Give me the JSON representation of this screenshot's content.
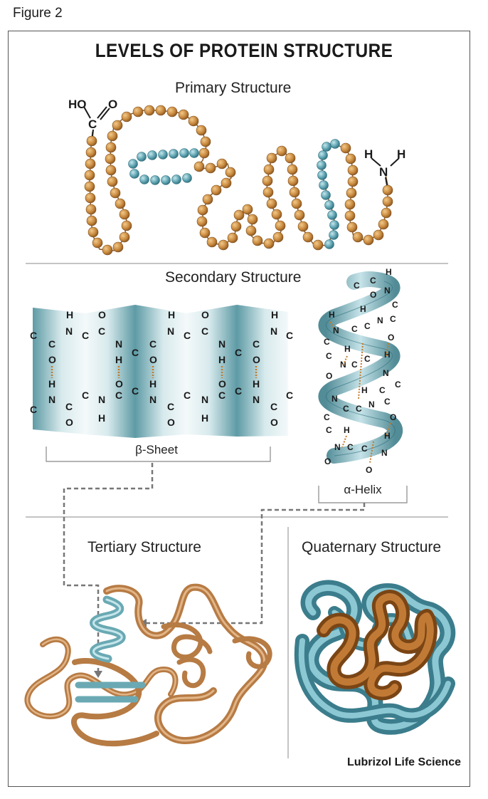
{
  "figure_label": "Figure 2",
  "title": "LEVELS OF PROTEIN STRUCTURE",
  "sections": {
    "primary": "Primary Structure",
    "secondary": "Secondary Structure",
    "tertiary": "Tertiary Structure",
    "quaternary": "Quaternary Structure"
  },
  "labels": {
    "beta_sheet": "β-Sheet",
    "alpha_helix": "α-Helix",
    "carboxyl": "HO",
    "carbon": "C",
    "oxygen": "O",
    "nitrogen": "N",
    "hydrogen": "H"
  },
  "credit": "Lubrizol Life Science",
  "colors": {
    "bead_orange": "#c98a3f",
    "bead_teal": "#5ea3b2",
    "ribbon_tan": "#c08a55",
    "ribbon_teal": "#6aa9b3",
    "bond_dash": "#c47a2a"
  }
}
